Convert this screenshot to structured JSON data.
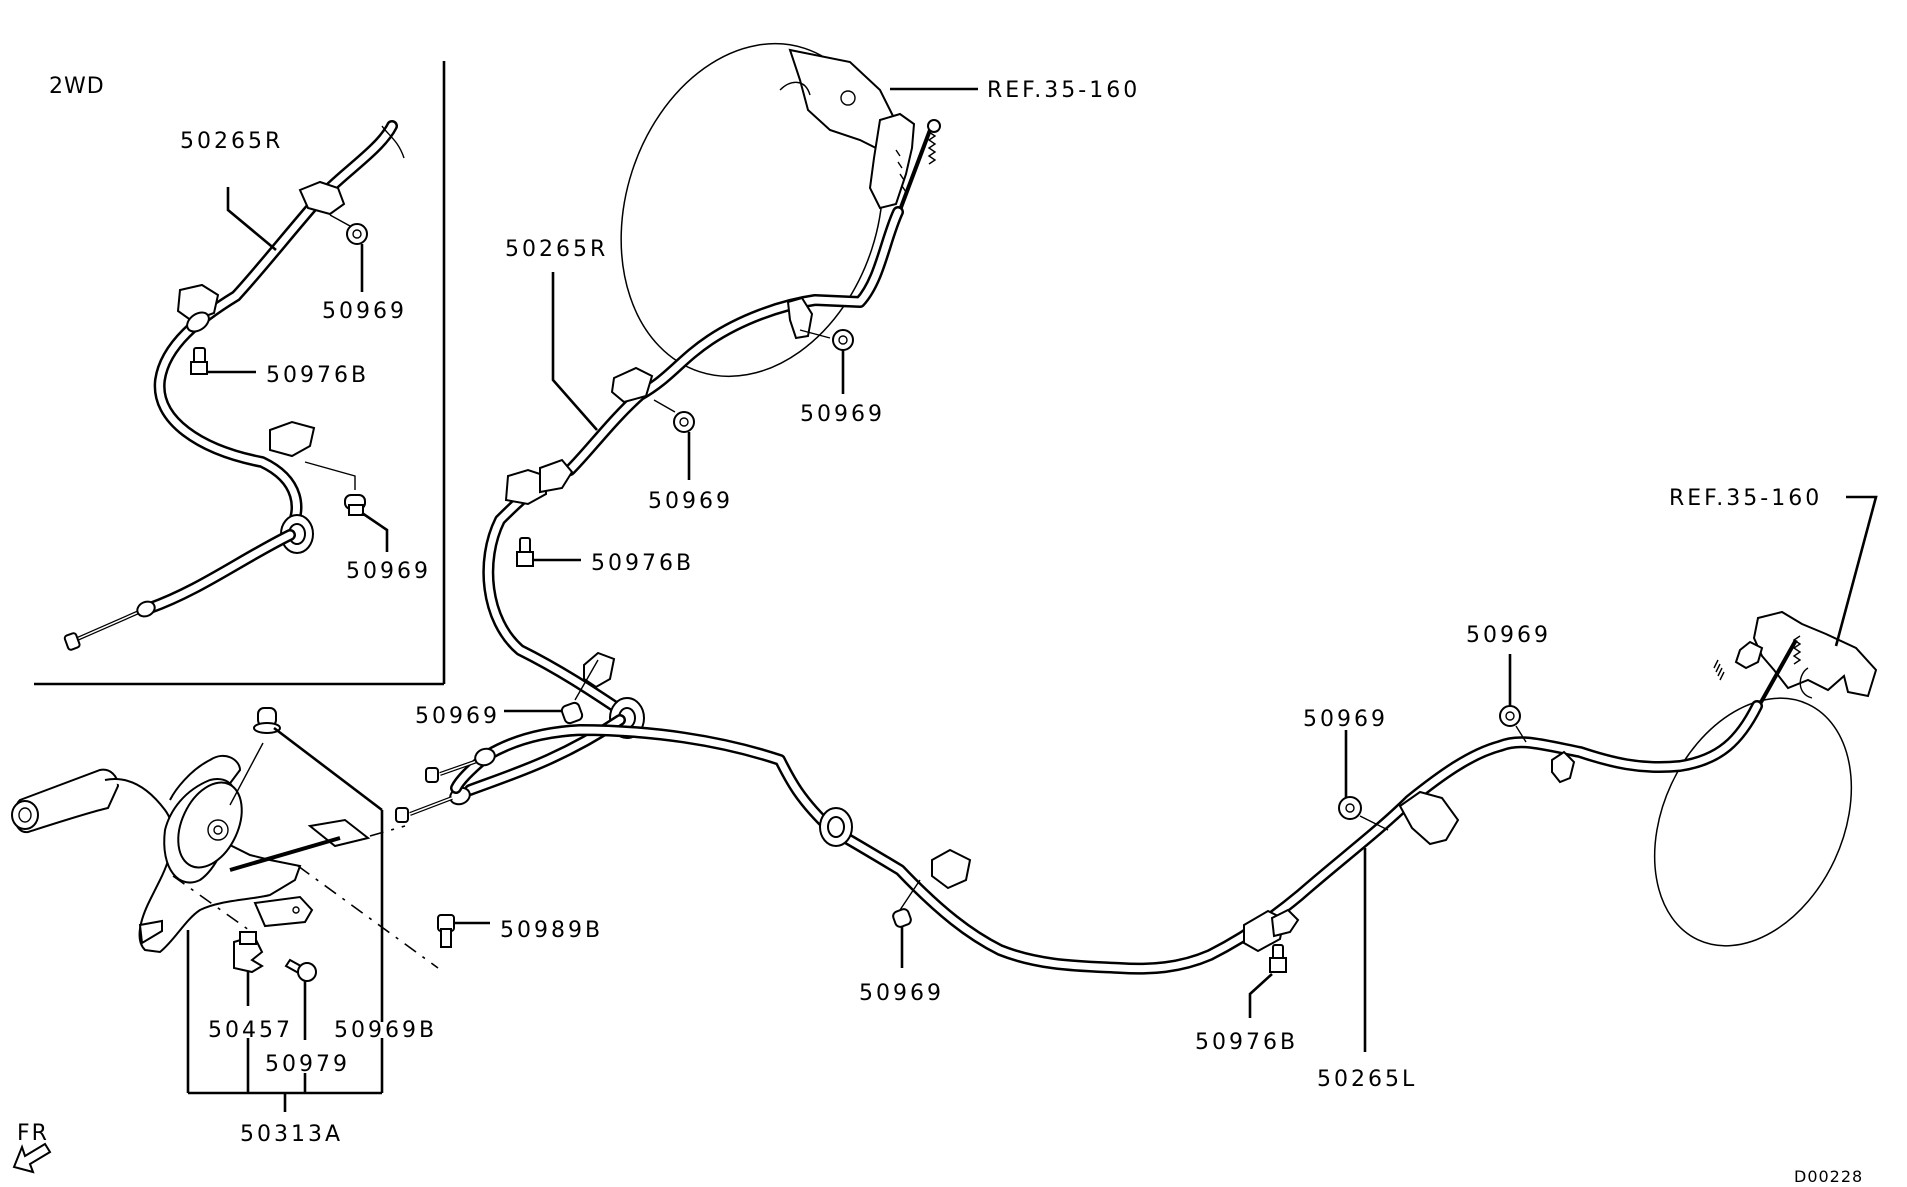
{
  "diagram": {
    "title_code": "D00228",
    "inset": {
      "variant_label": "2WD",
      "callouts": [
        {
          "id": "inset-cable",
          "part_no": "50265R"
        },
        {
          "id": "inset-nut-upper",
          "part_no": "50969"
        },
        {
          "id": "inset-bolt",
          "part_no": "50976B"
        },
        {
          "id": "inset-nut-lower",
          "part_no": "50969"
        }
      ]
    },
    "callouts": [
      {
        "id": "ref-upper",
        "part_no": "REF.35-160"
      },
      {
        "id": "cable-right",
        "part_no": "50265R"
      },
      {
        "id": "nut-drum-right",
        "part_no": "50969"
      },
      {
        "id": "nut-cable-right",
        "part_no": "50969"
      },
      {
        "id": "bolt-cable-right",
        "part_no": "50976B"
      },
      {
        "id": "nut-bracket-right",
        "part_no": "50969"
      },
      {
        "id": "ref-lower",
        "part_no": "REF.35-160"
      },
      {
        "id": "nut-left-upper",
        "part_no": "50969"
      },
      {
        "id": "nut-left-mid",
        "part_no": "50969"
      },
      {
        "id": "bolt-lever",
        "part_no": "50989B"
      },
      {
        "id": "nut-left-lower",
        "part_no": "50969"
      },
      {
        "id": "bolt-left",
        "part_no": "50976B"
      },
      {
        "id": "cable-left",
        "part_no": "50265L"
      },
      {
        "id": "switch",
        "part_no": "50457"
      },
      {
        "id": "nut-lever",
        "part_no": "50969B"
      },
      {
        "id": "screw",
        "part_no": "50979"
      },
      {
        "id": "lever-assy",
        "part_no": "50313A"
      }
    ],
    "direction": {
      "label": "FR",
      "icon": "arrow-down-left-icon"
    }
  }
}
